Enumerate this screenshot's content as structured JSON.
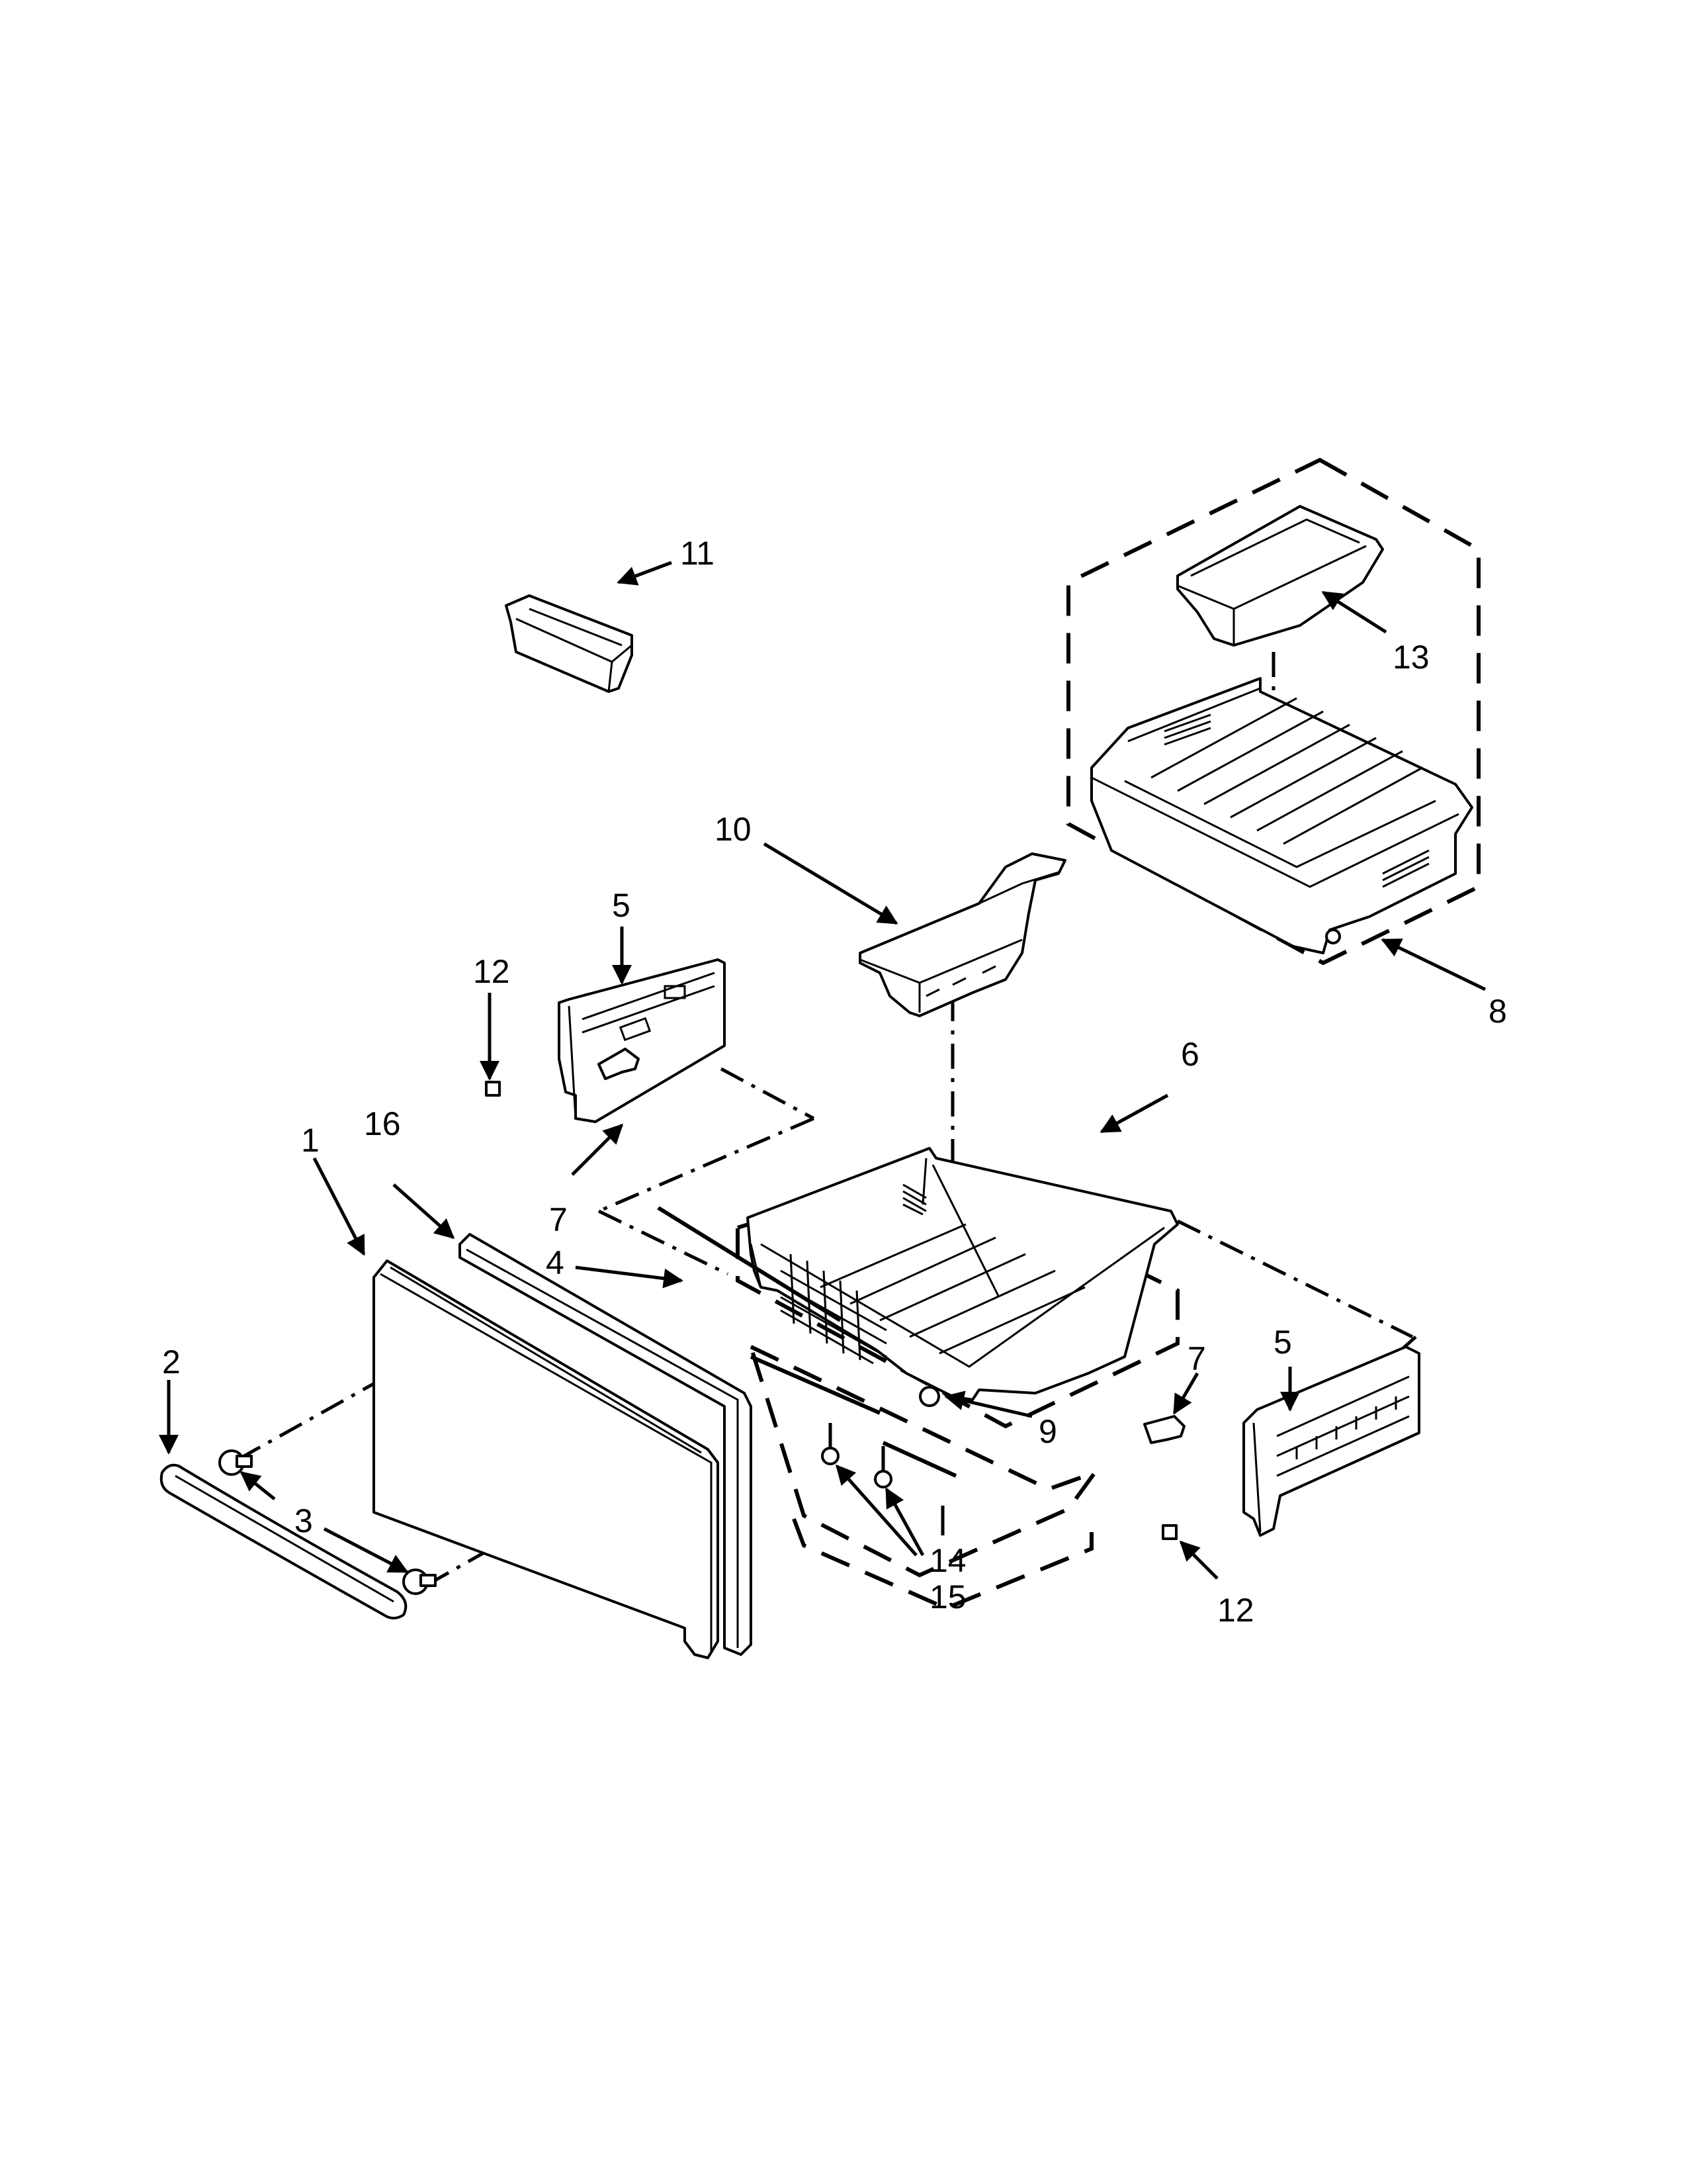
{
  "callouts": {
    "c1": "1",
    "c2": "2",
    "c3": "3",
    "c4": "4",
    "c5a": "5",
    "c5b": "5",
    "c6": "6",
    "c7a": "7",
    "c7b": "7",
    "c8": "8",
    "c9": "9",
    "c10": "10",
    "c11": "11",
    "c12a": "12",
    "c12b": "12",
    "c13": "13",
    "c14": "14",
    "c15": "15",
    "c16": "16"
  }
}
